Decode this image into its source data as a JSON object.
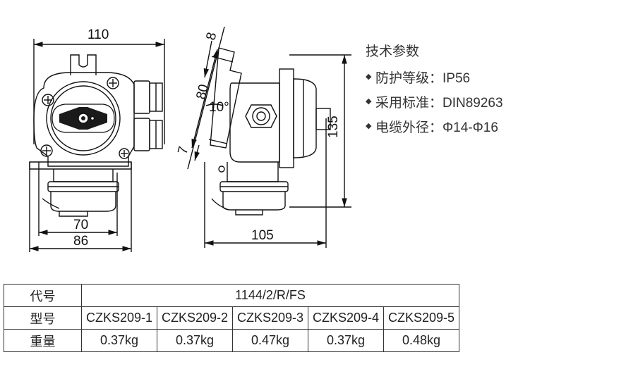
{
  "dimensions": {
    "front_width": "110",
    "front_inner": "70",
    "front_base": "86",
    "side_offset_top": "8",
    "side_height_80": "80",
    "side_angle": "10°",
    "side_offset_bottom": "7",
    "side_height_135": "135",
    "side_width": "105"
  },
  "specs": {
    "title": "技术参数",
    "items": [
      "防护等级：IP56",
      "采用标准：DIN89263",
      "电缆外径：Φ14-Φ16"
    ]
  },
  "table": {
    "rows": [
      {
        "header": "代号",
        "cells": [
          "1144/2/R/FS"
        ]
      },
      {
        "header": "型号",
        "cells": [
          "CZKS209-1",
          "CZKS209-2",
          "CZKS209-3",
          "CZKS209-4",
          "CZKS209-5"
        ]
      },
      {
        "header": "重量",
        "cells": [
          "0.37kg",
          "0.37kg",
          "0.47kg",
          "0.37kg",
          "0.48kg"
        ]
      }
    ]
  }
}
